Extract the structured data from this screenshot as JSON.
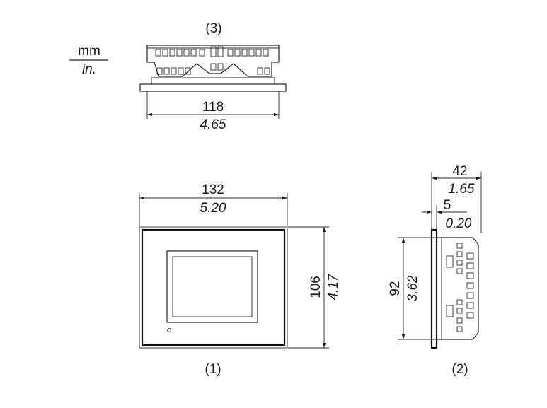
{
  "units": {
    "primary": "mm",
    "secondary": "in."
  },
  "views": {
    "front": {
      "label": "(1)",
      "width_mm": "132",
      "width_in": "5.20",
      "height_mm": "106",
      "height_in": "4.17"
    },
    "side": {
      "label": "(2)",
      "depth_mm": "42",
      "depth_in": "1.65",
      "bezel_mm": "5",
      "bezel_in": "0.20",
      "height_mm": "92",
      "height_in": "3.62"
    },
    "top": {
      "label": "(3)",
      "width_mm": "118",
      "width_in": "4.65"
    }
  }
}
